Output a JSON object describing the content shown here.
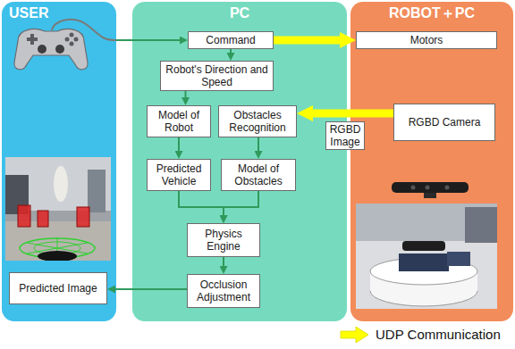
{
  "diagram": {
    "nodes": [
      {
        "text": [
          "USER"
        ]
      },
      {
        "text": [
          "PC"
        ]
      },
      {
        "text": [
          "ROBOT＋PC"
        ]
      },
      {
        "text": [
          "Command"
        ],
        "in": 1
      },
      {
        "text": [
          "Motors"
        ],
        "in": 2
      },
      {
        "text": [
          "Robot's Direction and Speed"
        ],
        "in": 1
      },
      {
        "text": [
          "Model of Robot"
        ],
        "in": 1
      },
      {
        "text": [
          "Obstacles Recognition"
        ],
        "in": 1
      },
      {
        "text": [
          "RGBD Camera"
        ],
        "in": 2
      },
      {
        "text": [
          "Predicted Vehicle"
        ],
        "in": 1
      },
      {
        "text": [
          "Model of Obstacles"
        ],
        "in": 1
      },
      {
        "text": [
          "Physics Engine"
        ],
        "in": 1
      },
      {
        "text": [
          "Predicted Image"
        ],
        "in": 0
      },
      {
        "text": [
          "Occlusion Adjustment"
        ],
        "in": 1
      }
    ],
    "edges": [
      {
        "from": 0,
        "to": 3,
        "arrow": "to"
      },
      {
        "from": 3,
        "to": 4,
        "arrow": "to"
      },
      {
        "from": 3,
        "to": 5,
        "arrow": "to"
      },
      {
        "from": 5,
        "to": 6,
        "arrow": "to"
      },
      {
        "from": 8,
        "to": 7,
        "label": "RGBD Image",
        "arrow": "to"
      },
      {
        "from": 6,
        "to": 9,
        "arrow": "to"
      },
      {
        "from": 7,
        "to": 10,
        "arrow": "to"
      },
      {
        "from": 9,
        "to": 11,
        "arrow": "to"
      },
      {
        "from": 10,
        "to": 11,
        "arrow": "to"
      },
      {
        "from": 11,
        "to": 13,
        "arrow": "to"
      },
      {
        "from": 13,
        "to": 12,
        "arrow": "to"
      }
    ],
    "legend": [
      {
        "text": "UDP Communication"
      }
    ]
  }
}
